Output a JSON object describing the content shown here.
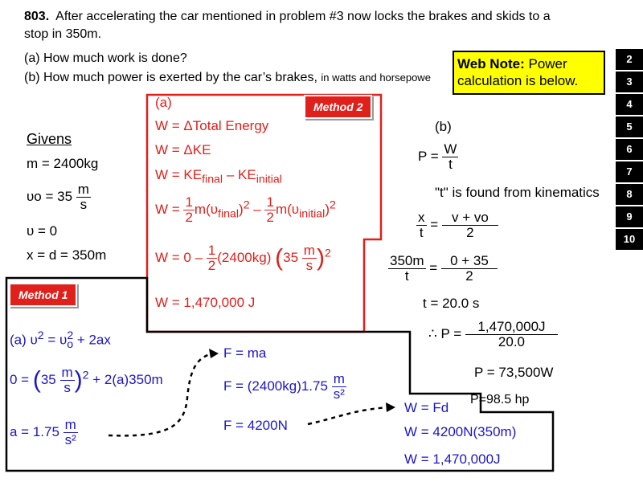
{
  "problem": {
    "number": "803",
    "text_line1": "After accelerating the car mentioned in problem #3 now locks the brakes and skids to a",
    "text_line2": "stop in 350m.",
    "part_a": "(a) How much work is done?",
    "part_b": "(b) How much power is exerted by the car’s brakes,",
    "part_b_small": "in watts and horsepowe"
  },
  "web_note": {
    "label": "Web Note:",
    "text": "Power calculation is below."
  },
  "nav_pages": [
    "2",
    "3",
    "4",
    "5",
    "6",
    "7",
    "8",
    "9",
    "10"
  ],
  "givens": {
    "heading": "Givens",
    "mass": "m = 2400kg",
    "v0_lhs": "υo = 35",
    "v0_unit_num": "m",
    "v0_unit_den": "s",
    "v": "υ = 0",
    "x": "x = d = 350m"
  },
  "method2": {
    "tag": "Method 2",
    "label": "(a)",
    "eq1": "W = ΔTotal Energy",
    "eq2": "W = ΔKE",
    "eq3_a": "W = KE",
    "eq3_sub1": "final",
    "eq3_b": " – KE",
    "eq3_sub2": "initial",
    "eq4_w": "W =",
    "eq4_half": "1",
    "eq4_two": "2",
    "eq4_m1": "m(υ",
    "eq4_sub1": "final",
    "eq4_close1": ")",
    "eq4_sq": "2",
    "eq4_minus": " – ",
    "eq4_m2": "m(υ",
    "eq4_sub2": "initial",
    "eq4_close2": ")",
    "eq5_a": "W = 0 –",
    "eq5_b": "(2400kg)",
    "eq5_c": "35",
    "eq5_unit_num": "m",
    "eq5_unit_den": "s",
    "eq6": "W = 1,470,000 J"
  },
  "method1": {
    "tag": "Method 1",
    "eq1_a": "(a) υ",
    "eq1_b": " = υ",
    "eq1_sub": "o",
    "eq1_c": " + 2ax",
    "eq2_a": "0 =",
    "eq2_b": "35",
    "eq2_unit_num": "m",
    "eq2_unit_den": "s",
    "eq2_c": "+ 2(a)350m",
    "eq3_a": "a = 1.75",
    "eq3_unit_num": "m",
    "eq3_unit_den": "s²",
    "f1": "F = ma",
    "f2_a": "F = (2400kg)1.75",
    "f2_unit_num": "m",
    "f2_unit_den": "s²",
    "f3": "F = 4200N",
    "w1": "W = Fd",
    "w2": "W = 4200N(350m)",
    "w3": "W = 1,470,000J"
  },
  "partb": {
    "label": "(b)",
    "p_lhs": "P =",
    "p_num": "W",
    "p_den": "t",
    "note": "\"t\" is found from kinematics",
    "k1_num": "x",
    "k1_den": "t",
    "k1_eq": "=",
    "k1_rnum": "v + vo",
    "k1_rden": "2",
    "k2_num": "350m",
    "k2_den": "t",
    "k2_eq": "=",
    "k2_rnum": "0 + 35",
    "k2_rden": "2",
    "t": "t = 20.0 s",
    "therefore": "∴ P =",
    "p2_num": "1,470,000J",
    "p2_den": "20.0",
    "watts": "P = 73,500W",
    "hp": "P=98.5 hp"
  }
}
